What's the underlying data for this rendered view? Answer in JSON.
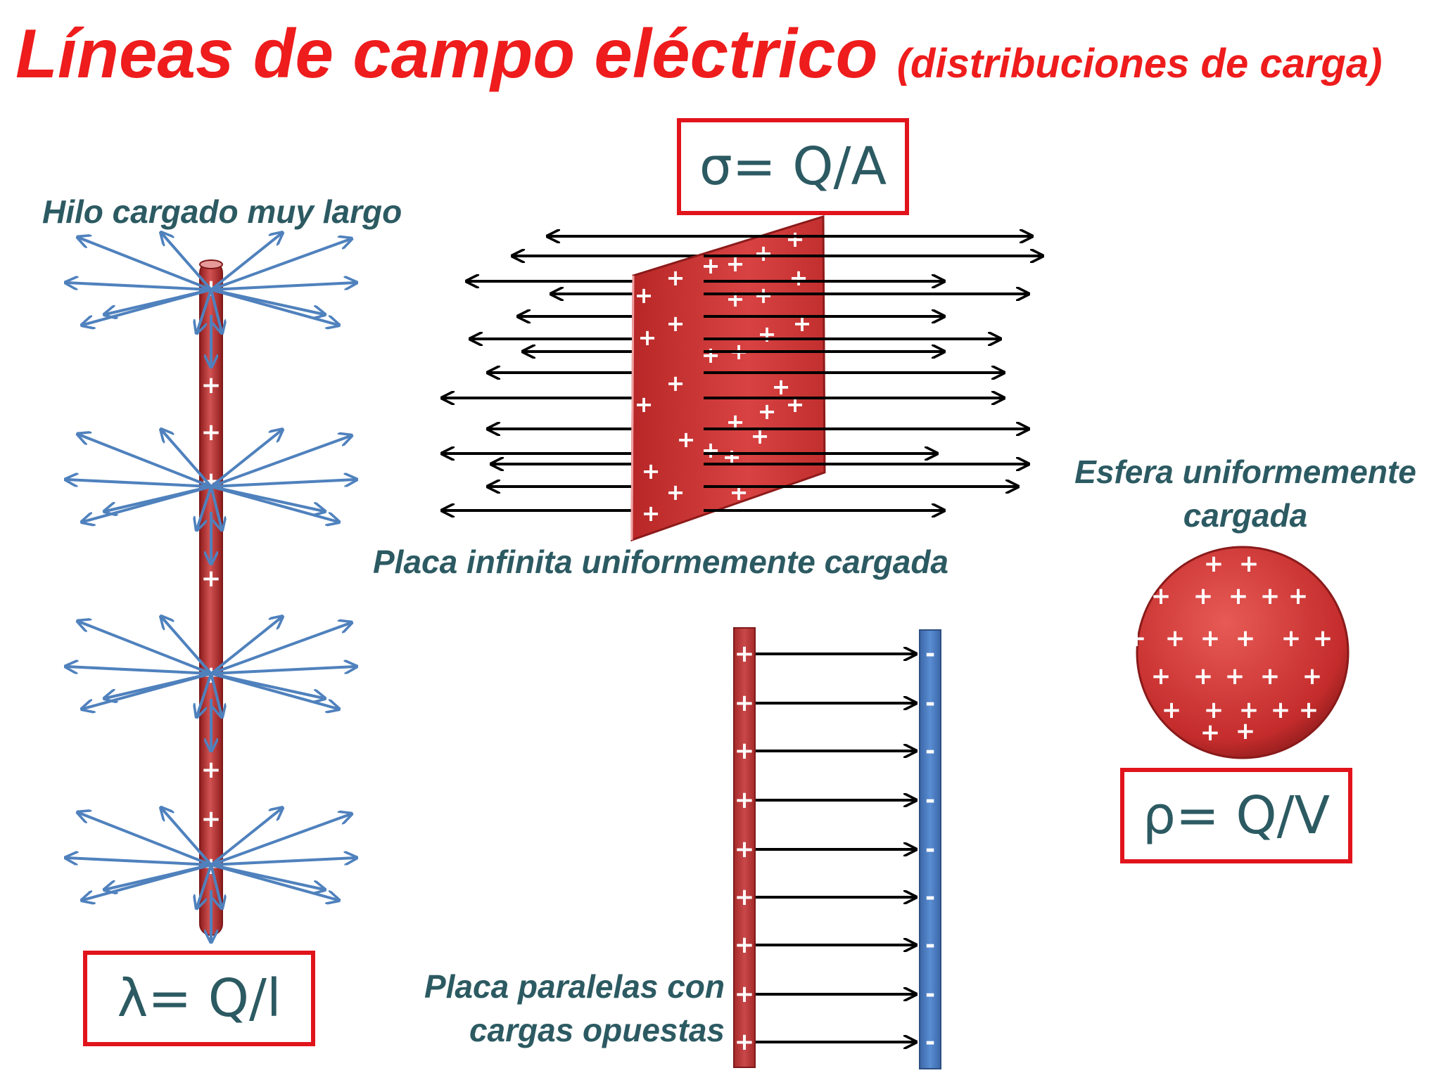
{
  "title": "Líneas de campo eléctrico",
  "subtitle": "(distribuciones de carga)",
  "labels": {
    "wire": "Hilo cargado muy largo",
    "plate": "Placa infinita uniformemente cargada",
    "sphere_1": "Esfera uniformemente",
    "sphere_2": "cargada",
    "parallel_1": "Placa paralelas con",
    "parallel_2": "cargas opuestas"
  },
  "formulas": {
    "linear": "λ= Q/l",
    "surface": "σ= Q/A",
    "volume": "ρ= Q/V"
  },
  "charges": {
    "positive": "+",
    "negative": "-"
  },
  "colors": {
    "title": "#ee1c1c",
    "label": "#2c5a62",
    "box_border": "#e1141c",
    "positive": "#c8393b",
    "negative": "#4a7dc0",
    "wire_arrow": "#4f81bd",
    "field_arrow": "#000000"
  }
}
